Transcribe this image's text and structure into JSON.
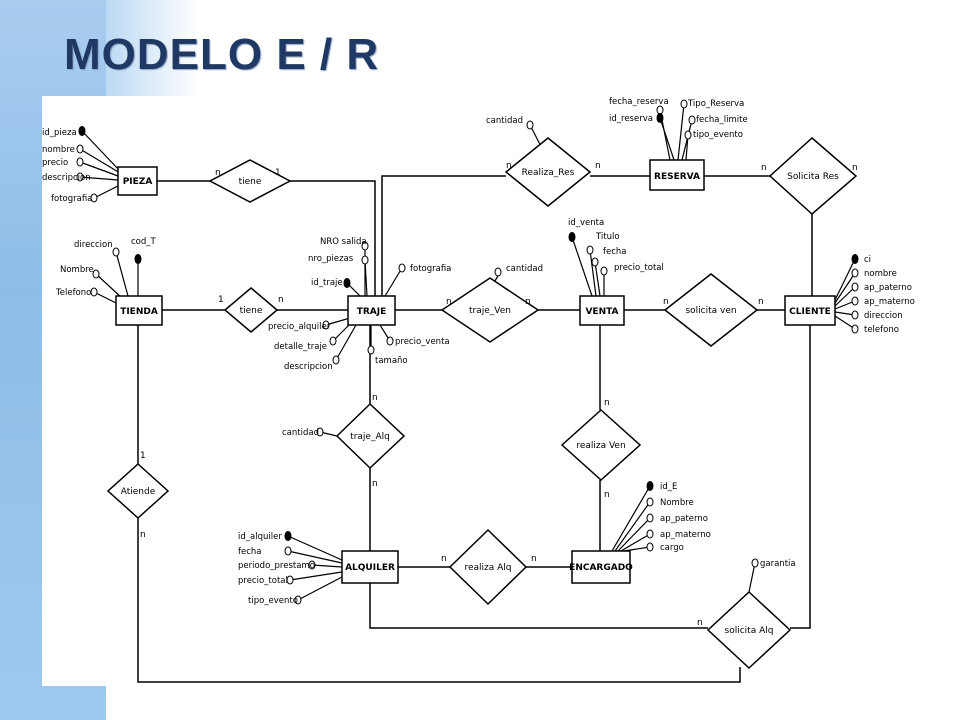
{
  "title": "MODELO E / R",
  "entities": {
    "pieza": "PIEZA",
    "tienda": "TIENDA",
    "traje": "TRAJE",
    "venta": "VENTA",
    "cliente": "CLIENTE",
    "reserva": "RESERVA",
    "alquiler": "ALQUILER",
    "encargado": "ENCARGADO"
  },
  "relationships": {
    "tiene_pieza": "tiene",
    "tiene_tienda": "tiene",
    "traje_ven": "traje_Ven",
    "solicita_ven": "solicita ven",
    "realiza_res": "Realiza_Res",
    "solicita_res": "Solicita Res",
    "traje_alq": "traje_Alq",
    "realiza_ven": "realiza Ven",
    "realiza_alq": "realiza Alq",
    "solicita_alq": "solicita Alq",
    "atiende": "Atiende"
  },
  "attributes": {
    "pieza": [
      "id_pieza",
      "nombre",
      "precio",
      "descripcion",
      "fotografia"
    ],
    "tienda": [
      "direccion",
      "cod_T",
      "Nombre",
      "Telefono"
    ],
    "traje": [
      "NRO salida",
      "nro_piezas",
      "id_traje",
      "fotografia",
      "precio_alquiler",
      "detalle_traje",
      "descripcion",
      "tamaño",
      "precio_venta"
    ],
    "traje_ven": [
      "cantidad"
    ],
    "realiza_res": [
      "cantidad"
    ],
    "reserva": [
      "fecha_reserva",
      "id_reserva",
      "Tipo_Reserva",
      "fecha_limite",
      "tipo_evento"
    ],
    "venta": [
      "id_venta",
      "Titulo",
      "fecha",
      "precio_total"
    ],
    "cliente": [
      "ci",
      "nombre",
      "ap_paterno",
      "ap_materno",
      "direccion",
      "telefono"
    ],
    "traje_alq": [
      "cantidad"
    ],
    "alquiler": [
      "id_alquiler",
      "fecha",
      "periodo_prestamo",
      "precio_total",
      "tipo_evento"
    ],
    "encargado": [
      "id_E",
      "Nombre",
      "ap_paterno",
      "ap_materno",
      "cargo"
    ],
    "solicita_alq": [
      "garantia"
    ]
  },
  "cardinalities": {
    "pieza_tiene_n": "n",
    "pieza_tiene_1": "1",
    "tienda_tiene_1": "1",
    "tienda_tiene_n": "n",
    "traje_ven_n1": "n",
    "traje_ven_n2": "n",
    "solicita_ven_n1": "n",
    "solicita_ven_n2": "n",
    "realiza_res_n1": "n",
    "realiza_res_n2": "n",
    "solicita_res_n1": "n",
    "solicita_res_n2": "n",
    "traje_alq_n1": "n",
    "traje_alq_n2": "n",
    "realiza_ven_n1": "n",
    "realiza_ven_n2": "n",
    "realiza_alq_n1": "n",
    "realiza_alq_n2": "n",
    "atiende_1": "1",
    "atiende_n": "n",
    "solicita_alq_n": "n"
  }
}
